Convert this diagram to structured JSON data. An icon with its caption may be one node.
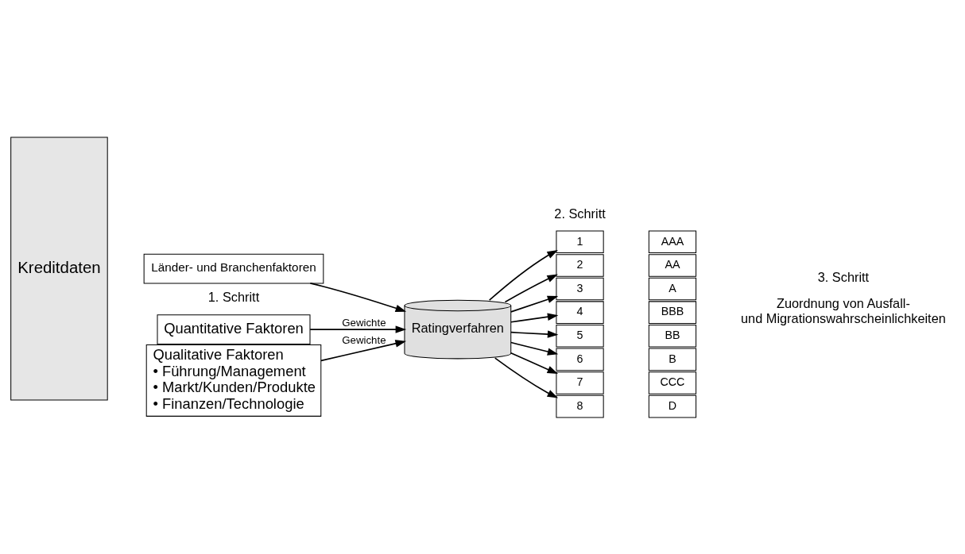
{
  "diagram": {
    "nodes": [
      {
        "text": [
          "Kreditdaten"
        ]
      },
      {
        "text": [
          "Quantitative Faktoren"
        ]
      },
      {
        "text": [
          "Länder- und Branchenfaktoren"
        ]
      },
      {
        "text": [
          "Qualitative Faktoren",
          "• Führung/Management",
          "• Markt/Kunden/Produkte",
          "• Finanzen/Technologie"
        ]
      },
      {
        "text": [
          "Ratingverfahren"
        ]
      },
      {
        "text": [
          "1"
        ]
      },
      {
        "text": [
          "2"
        ]
      },
      {
        "text": [
          "3"
        ]
      },
      {
        "text": [
          "4"
        ]
      },
      {
        "text": [
          "5"
        ]
      },
      {
        "text": [
          "6"
        ]
      },
      {
        "text": [
          "7"
        ]
      },
      {
        "text": [
          "8"
        ]
      },
      {
        "text": [
          "AAA"
        ]
      },
      {
        "text": [
          "AA"
        ]
      },
      {
        "text": [
          "A"
        ]
      },
      {
        "text": [
          "BBB"
        ]
      },
      {
        "text": [
          "BB"
        ]
      },
      {
        "text": [
          "B"
        ]
      },
      {
        "text": [
          "CCC"
        ]
      },
      {
        "text": [
          "D"
        ]
      }
    ],
    "edges": [
      {
        "from": 1,
        "to": 4,
        "arrow": "to",
        "label": "Gewichte"
      },
      {
        "from": 2,
        "to": 4,
        "arrow": "to"
      },
      {
        "from": 3,
        "to": 4,
        "arrow": "to",
        "label": "Gewichte"
      },
      {
        "from": 4,
        "to": 5,
        "arrow": "to"
      },
      {
        "from": 4,
        "to": 6,
        "arrow": "to"
      },
      {
        "from": 4,
        "to": 7,
        "arrow": "to"
      },
      {
        "from": 4,
        "to": 8,
        "arrow": "to"
      },
      {
        "from": 4,
        "to": 9,
        "arrow": "to"
      },
      {
        "from": 4,
        "to": 10,
        "arrow": "to"
      },
      {
        "from": 4,
        "to": 11,
        "arrow": "to"
      },
      {
        "from": 4,
        "to": 12,
        "arrow": "to"
      }
    ],
    "labels": [
      "1. Schritt",
      "2. Schritt",
      "3. Schritt",
      "Zuordnung von Ausfall- und Migrationswahrscheinlichkeiten"
    ]
  }
}
